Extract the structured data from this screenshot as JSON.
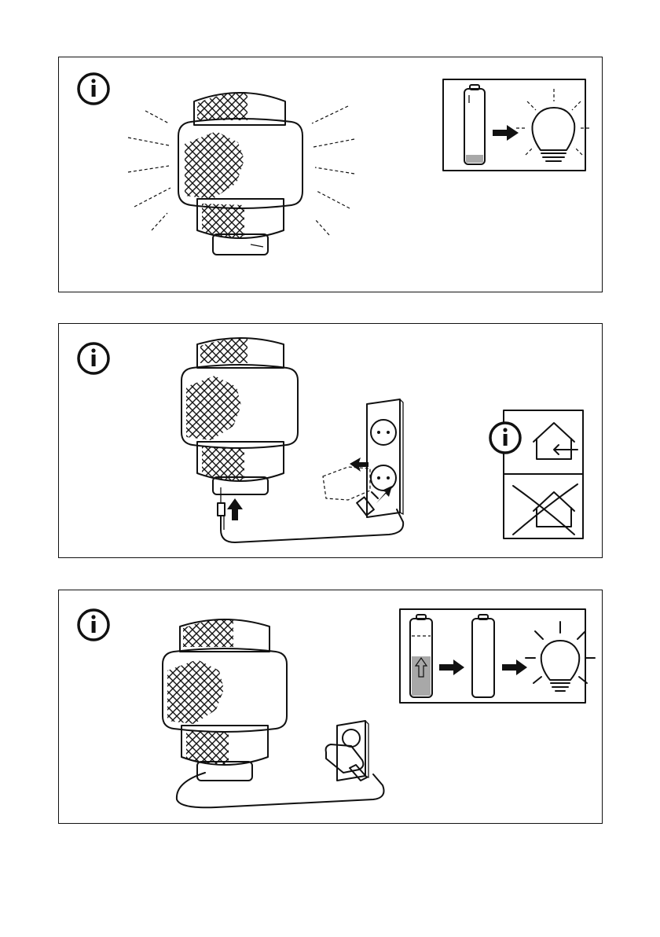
{
  "panels": [
    {
      "id": "lamp-lit-battery",
      "icons": [
        "info-icon",
        "lamp-shade-illustration",
        "battery-low-icon",
        "arrow-right-icon",
        "light-bulb-icon"
      ]
    },
    {
      "id": "charging-usb",
      "icons": [
        "info-icon",
        "lamp-shade-illustration",
        "usb-cable-icon",
        "wall-socket-icon",
        "indoor-house-icon",
        "outdoor-house-crossed-icon"
      ]
    },
    {
      "id": "charging-battery-full",
      "icons": [
        "info-icon",
        "lamp-shade-illustration",
        "usb-charger-icon",
        "wall-socket-icon",
        "battery-charging-icon",
        "battery-full-icon",
        "light-bulb-icon"
      ]
    }
  ],
  "colors": {
    "stroke": "#111111",
    "battery_fill": "#a8a8a8",
    "background": "#ffffff"
  }
}
